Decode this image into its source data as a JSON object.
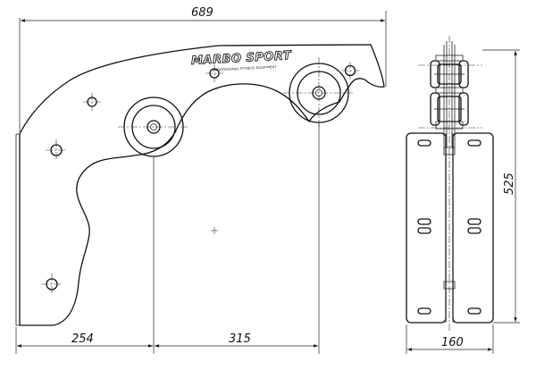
{
  "drawing": {
    "dimensions": {
      "overall_width": "689",
      "left_offset": "254",
      "center_spacing": "315",
      "side_height": "525",
      "side_width": "160"
    },
    "logo": {
      "brand": "MARBO SPORT",
      "tagline": "PROFESSIONAL FITNESS EQUIPMENT"
    }
  }
}
